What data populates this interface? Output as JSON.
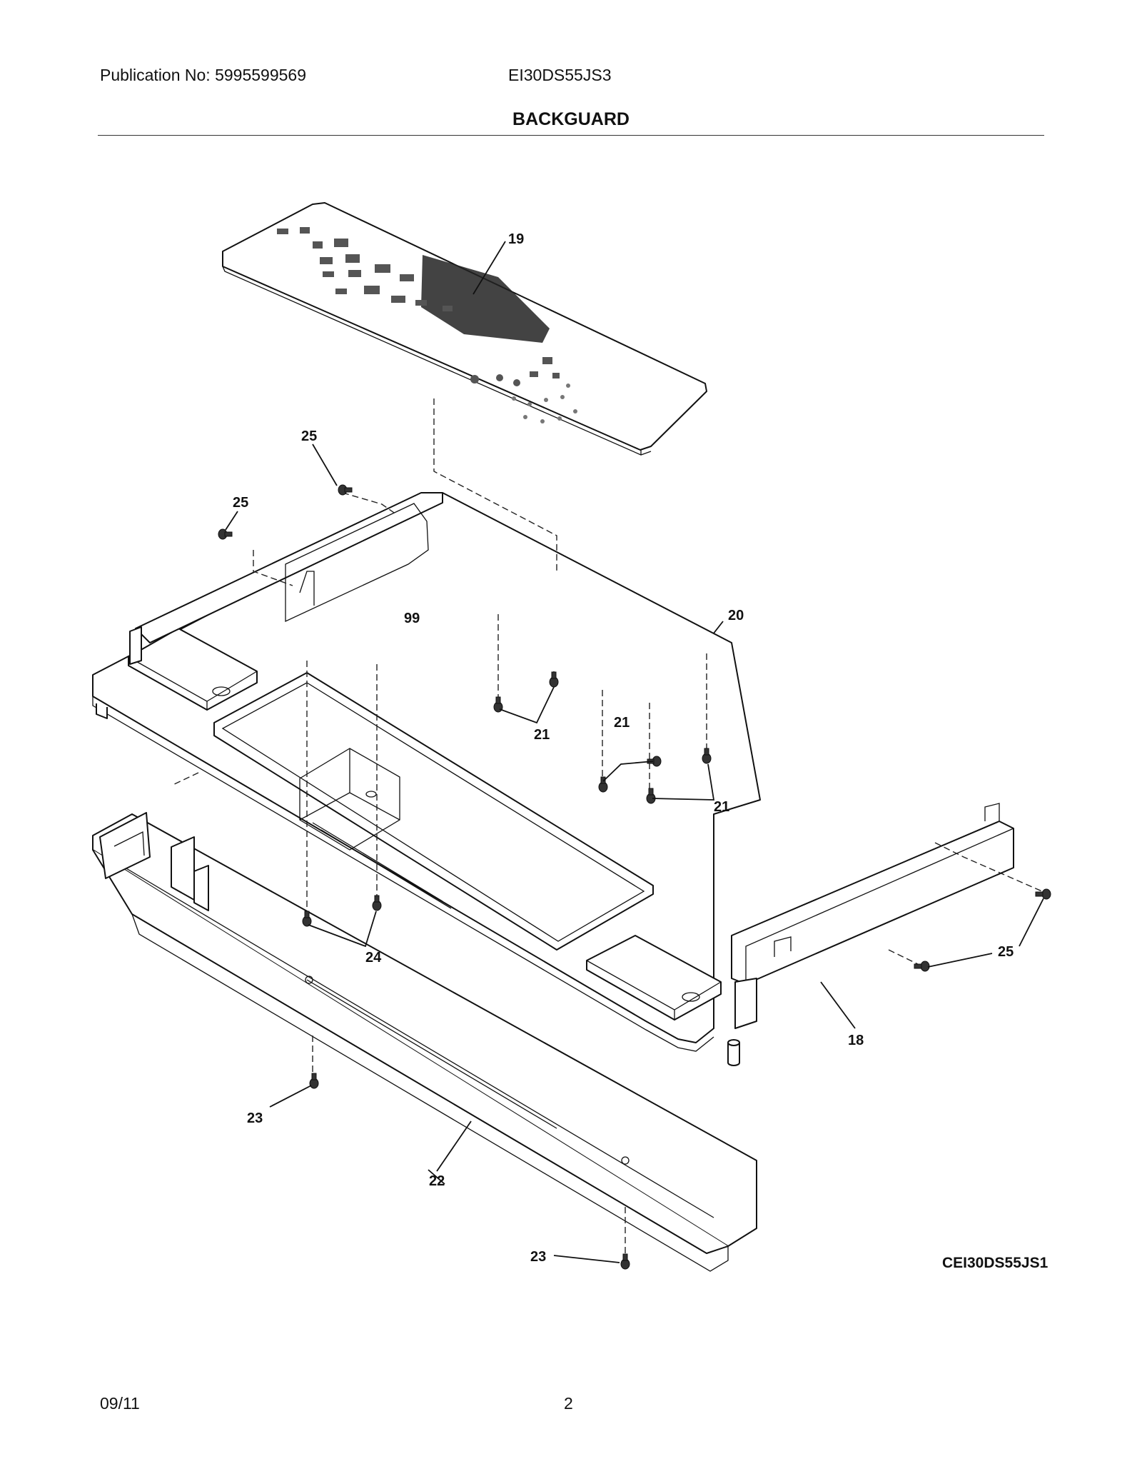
{
  "header": {
    "publication": "Publication No: 5995599569",
    "model": "EI30DS55JS3",
    "title": "BACKGUARD"
  },
  "diagram": {
    "figure_code": "CEI30DS55JS1",
    "callouts": {
      "c19": "19",
      "c20": "20",
      "c99": "99",
      "c25a": "25",
      "c25b": "25",
      "c25c": "25",
      "c21a": "21",
      "c21b": "21",
      "c21c": "21",
      "c24": "24",
      "c18": "18",
      "c23a": "23",
      "c23b": "23",
      "c22": "22"
    }
  },
  "footer": {
    "date": "09/11",
    "page": "2"
  }
}
